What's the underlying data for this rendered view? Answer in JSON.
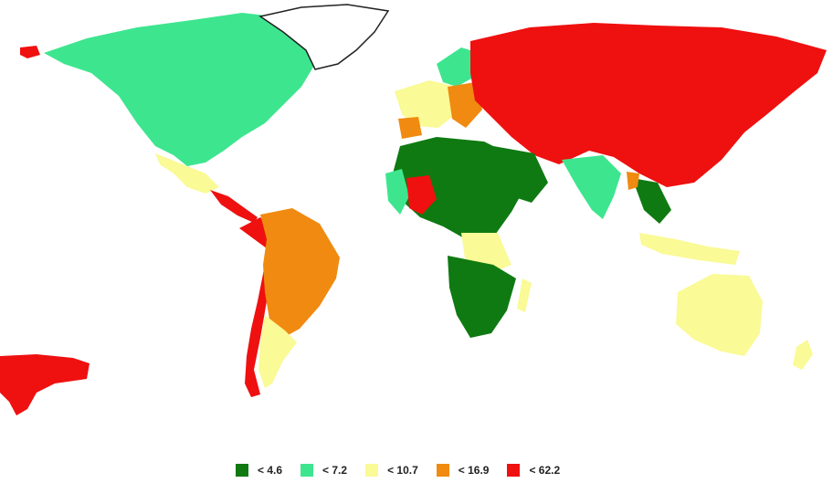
{
  "map": {
    "type": "choropleth-world",
    "colors": {
      "c1": "#0f7a12",
      "c2": "#3ee58f",
      "c3": "#fafa96",
      "c4": "#f08a10",
      "c5": "#ef1010",
      "greenland": "#ffffff",
      "outline": "#222222"
    }
  },
  "legend": [
    {
      "label": "< 4.6",
      "color": "#0f7a12"
    },
    {
      "label": "< 7.2",
      "color": "#3ee58f"
    },
    {
      "label": "< 10.7",
      "color": "#fafa96"
    },
    {
      "label": "< 16.9",
      "color": "#f08a10"
    },
    {
      "label": "< 62.2",
      "color": "#ef1010"
    }
  ]
}
